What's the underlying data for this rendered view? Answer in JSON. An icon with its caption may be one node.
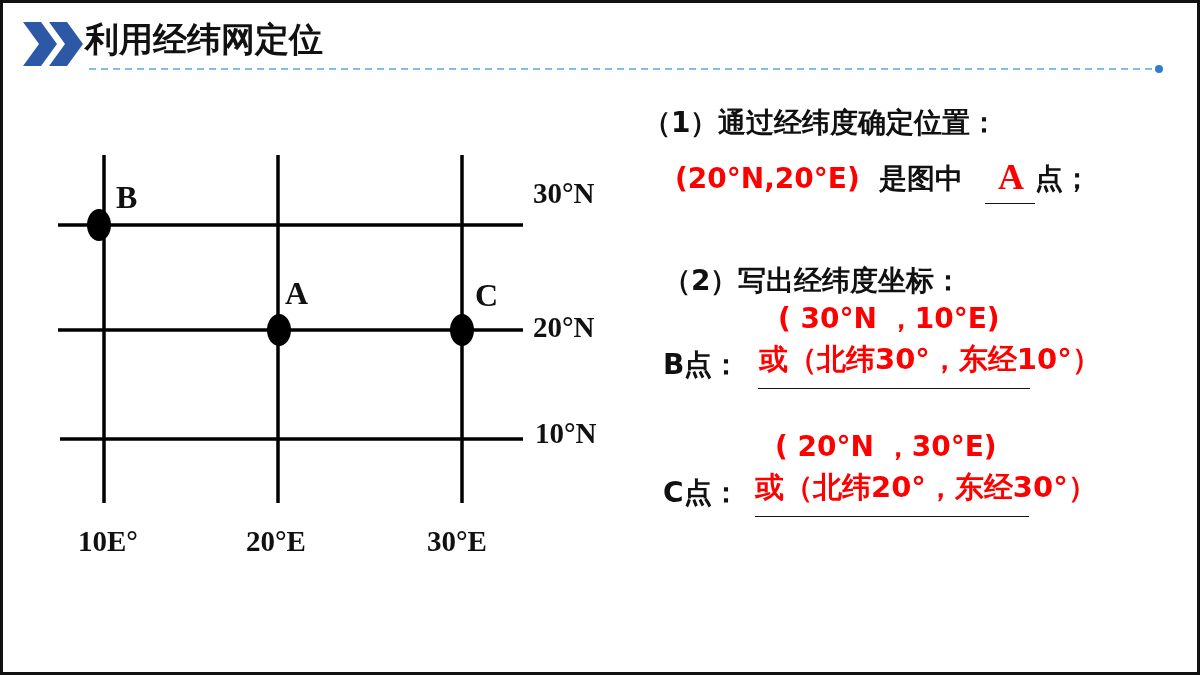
{
  "diagram": {
    "title": "利用经纬网定位",
    "labels": [
      "B",
      "30°N",
      "A",
      "C",
      "20°N",
      "10°N",
      "10E°",
      "20°E",
      "30°E",
      "（1）通过经纬度确定位置：",
      "(20°N,20°E)",
      "是图中",
      "A",
      "点；",
      "（2）写出经纬度坐标：",
      "( 30°N ，10°E)",
      "B点：",
      "或（北纬30°，东经10°）",
      "( 20°N ，30°E)",
      "C点：",
      "或（北纬20°，东经30°）"
    ]
  }
}
